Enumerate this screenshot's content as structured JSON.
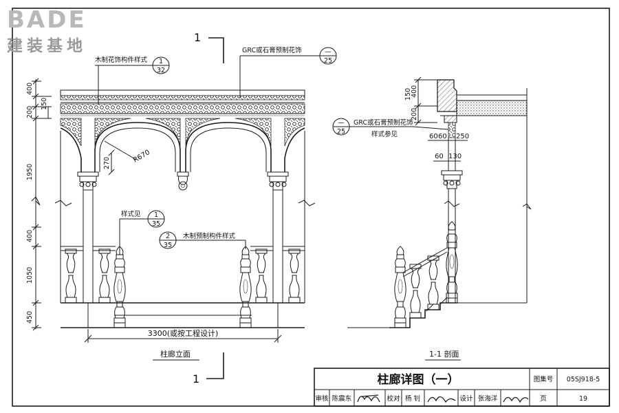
{
  "logo": {
    "brand": "BADE",
    "subtitle": "建装基地"
  },
  "elevation": {
    "caption": "柱廊立面",
    "width_dim": "3300(或按工程设计)",
    "radius_label": "R670",
    "arch_drop_dim": "270",
    "left_dims": [
      "400",
      "150",
      "200",
      "1950",
      "400",
      "1050",
      "450"
    ]
  },
  "section": {
    "caption": "1-1 剖面",
    "mark": "1",
    "dims_left": [
      "150",
      "400",
      "200"
    ],
    "dims_col": [
      "60",
      "60",
      "250",
      "60",
      "130"
    ]
  },
  "callouts": {
    "wood_ornament": {
      "text": "木制花饰构件样式",
      "top": "1",
      "bottom": "32"
    },
    "grc_elev": {
      "text": "GRC或石膏预制花饰",
      "top": "—",
      "bottom": "25"
    },
    "grc_section": {
      "line1": "GRC或石膏预制花饰",
      "line2": "样式参见",
      "top": "—",
      "bottom": "25"
    },
    "style_see": {
      "text": "样式见",
      "top": "1",
      "bottom": "35"
    },
    "wood_precast": {
      "text": "木制预制构件样式",
      "top": "2",
      "bottom": "35"
    }
  },
  "title_block": {
    "title": "柱廊详图（一）",
    "atlas_label": "图集号",
    "atlas_no": "05SJ918-5",
    "review_label": "审核",
    "review_name": "陈震东",
    "check_label": "校对",
    "check_name": "杨 钊",
    "design_label": "设计",
    "design_name": "张海洋",
    "page_label": "页",
    "page_no": "19"
  }
}
